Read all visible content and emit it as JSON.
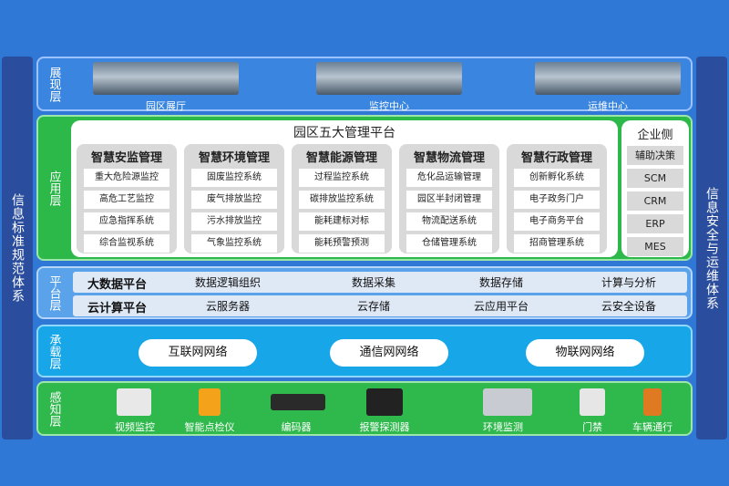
{
  "side_left": "信息标准规范体系",
  "side_right": "信息安全与运维体系",
  "layers": {
    "presentation": {
      "label": "展现层",
      "items": [
        "园区展厅",
        "监控中心",
        "运维中心"
      ]
    },
    "application": {
      "label": "应用层",
      "platform_title": "园区五大管理平台",
      "columns": [
        {
          "title": "智慧安监管理",
          "items": [
            "重大危险源监控",
            "高危工艺监控",
            "应急指挥系统",
            "综合监视系统"
          ]
        },
        {
          "title": "智慧环境管理",
          "items": [
            "固废监控系统",
            "废气排放监控",
            "污水排放监控",
            "气象监控系统"
          ]
        },
        {
          "title": "智慧能源管理",
          "items": [
            "过程监控系统",
            "碳排放监控系统",
            "能耗建标对标",
            "能耗预警预测"
          ]
        },
        {
          "title": "智慧物流管理",
          "items": [
            "危化品运输管理",
            "园区半封闭管理",
            "物流配送系统",
            "仓储管理系统"
          ]
        },
        {
          "title": "智慧行政管理",
          "items": [
            "创新孵化系统",
            "电子政务门户",
            "电子商务平台",
            "招商管理系统"
          ]
        }
      ],
      "enterprise": {
        "title": "企业侧",
        "items": [
          "辅助决策",
          "SCM",
          "CRM",
          "ERP",
          "MES"
        ]
      }
    },
    "platform": {
      "label": "平台层",
      "rows": [
        {
          "title": "大数据平台",
          "items": [
            "数据逻辑组织",
            "数据采集",
            "数据存储",
            "计算与分析"
          ]
        },
        {
          "title": "云计算平台",
          "items": [
            "云服务器",
            "云存储",
            "云应用平台",
            "云安全设备"
          ]
        }
      ]
    },
    "carrier": {
      "label": "承载层",
      "clouds": [
        "互联网网络",
        "通信网网络",
        "物联网网络"
      ]
    },
    "perception": {
      "label": "感知层",
      "devices": [
        {
          "label": "视频监控",
          "icon": "camera-icon"
        },
        {
          "label": "智能点检仪",
          "icon": "handheld-icon"
        },
        {
          "label": "编码器",
          "icon": "encoder-icon"
        },
        {
          "label": "报警探测器",
          "icon": "detector-icon"
        },
        {
          "label": "环境监测",
          "icon": "env-monitor-icon"
        },
        {
          "label": "门禁",
          "icon": "access-control-icon"
        },
        {
          "label": "车辆通行",
          "icon": "vehicle-gate-icon"
        }
      ]
    }
  }
}
